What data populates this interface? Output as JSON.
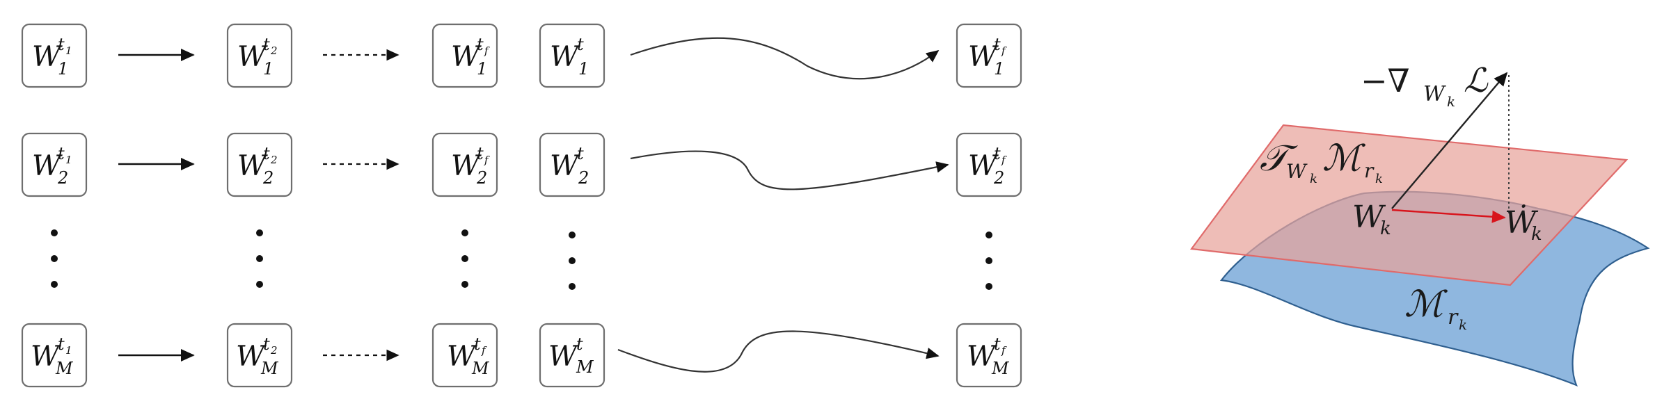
{
  "diagram": {
    "left": {
      "base_symbol": "W",
      "time_superscripts": {
        "col1": "t",
        "col1_idx": "1",
        "col2": "t",
        "col2_idx": "2",
        "col3": "t",
        "col3_idx": "f",
        "col4": "t",
        "col5": "t",
        "col5_idx": "f"
      },
      "rows": [
        {
          "subscript": "1"
        },
        {
          "subscript": "2"
        },
        {
          "subscript": "M"
        }
      ]
    },
    "right": {
      "gradient_label": "−∇",
      "gradient_sub": "W",
      "gradient_sub_idx": "k",
      "loss_symbol": "ℒ",
      "tangent_T": "𝒯",
      "tangent_sub": "W",
      "tangent_sub_idx": "k",
      "tangent_M": "ℳ",
      "tangent_M_sub": "r",
      "tangent_M_sub_idx": "k",
      "point_label": "W",
      "point_sub": "k",
      "velocity_label": "Ẇ",
      "velocity_sub": "k",
      "manifold_M": "ℳ",
      "manifold_sub": "r",
      "manifold_sub_idx": "k"
    },
    "colors": {
      "plane_fill": "#e8a39b",
      "plane_stroke": "#e06a6a",
      "manifold_fill": "#8fb7df",
      "manifold_stroke": "#2f5f8f",
      "velocity_arrow": "#d8141c"
    }
  }
}
